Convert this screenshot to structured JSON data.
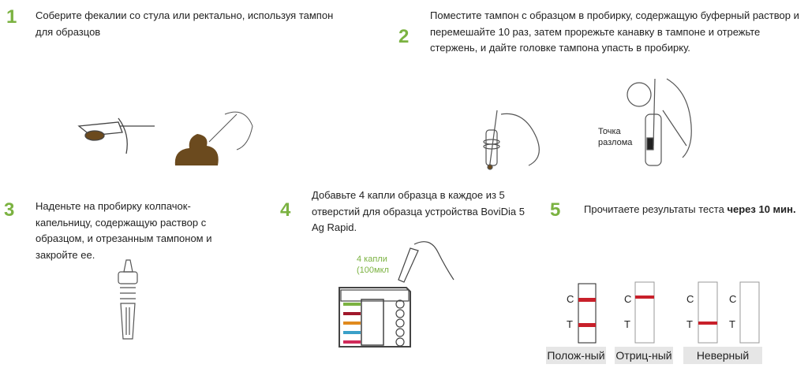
{
  "steps": [
    {
      "number": "1",
      "text": "Соберите фекалии со стула или ректально, используя тампон для образцов"
    },
    {
      "number": "2",
      "text": "Поместите тампон с образцом в пробирку, содержащую буферный раствор и перемешайте 10 раз, затем прорежьте канавку в тампоне и отрежьте стержень, и дайте головке тампона упасть в пробирку.",
      "annotation": "Точка разлома"
    },
    {
      "number": "3",
      "text": "Наденьте на пробирку колпачок-капельницу, содержащую раствор с образцом, и отрезанным тампоном и закройте ее."
    },
    {
      "number": "4",
      "text": "Добавьте 4 капли образца в каждое из 5 отверстий для образца устройства BoviDia 5 Ag Rapid.",
      "annotation_line1": "4 капли",
      "annotation_line2": "(100мкл"
    },
    {
      "number": "5",
      "text_prefix": "Прочитаете результаты теста ",
      "text_bold": "через 10 мин."
    }
  ],
  "results": {
    "line_c": "C",
    "line_t": "T",
    "positive": "Полож-ный",
    "negative": "Отриц-ный",
    "invalid": "Неверный"
  },
  "colors": {
    "accent": "#7bb241",
    "line": "#c8202a",
    "stool": "#6b4a1e"
  }
}
